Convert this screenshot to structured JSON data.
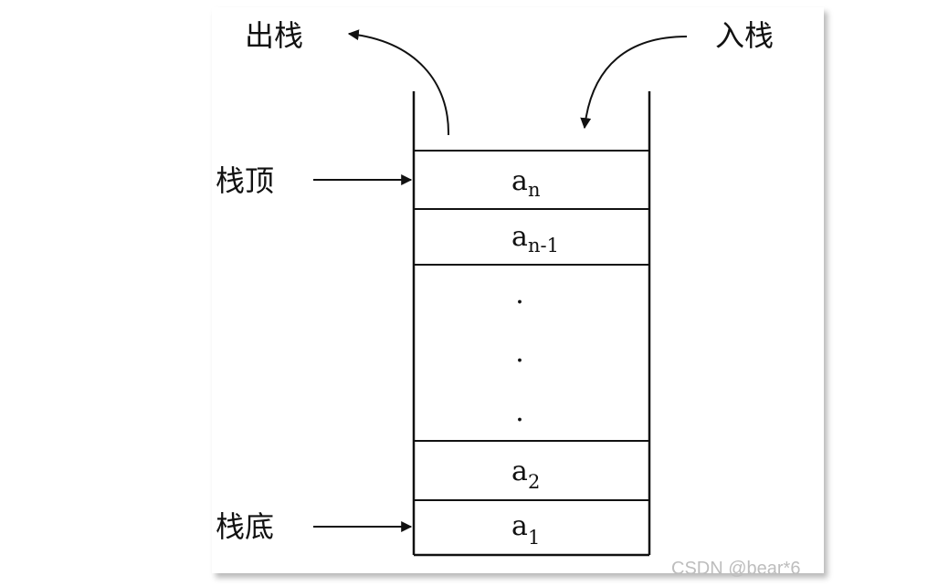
{
  "labels": {
    "pop": "出栈",
    "push": "入栈",
    "top": "栈顶",
    "bottom": "栈底"
  },
  "elements": [
    {
      "base": "a",
      "sub": "n"
    },
    {
      "base": "a",
      "sub": "n-1"
    },
    {
      "base": "a",
      "sub": "2"
    },
    {
      "base": "a",
      "sub": "1"
    }
  ],
  "ellipsis": "·",
  "watermark": "CSDN @bear*6"
}
